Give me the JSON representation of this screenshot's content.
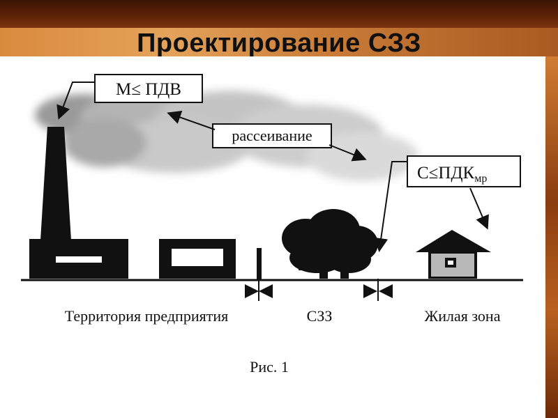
{
  "slide": {
    "title": "Проектирование СЗЗ"
  },
  "diagram": {
    "labels": {
      "emission_limit": "М≤ ПДВ",
      "dispersion": "рассеивание",
      "concentration_limit_main": "С≤ПДК",
      "concentration_limit_sub": "мр"
    },
    "zones": {
      "enterprise": "Территория предприятия",
      "szz": "СЗЗ",
      "residential": "Жилая зона"
    },
    "caption": "Рис. 1"
  }
}
